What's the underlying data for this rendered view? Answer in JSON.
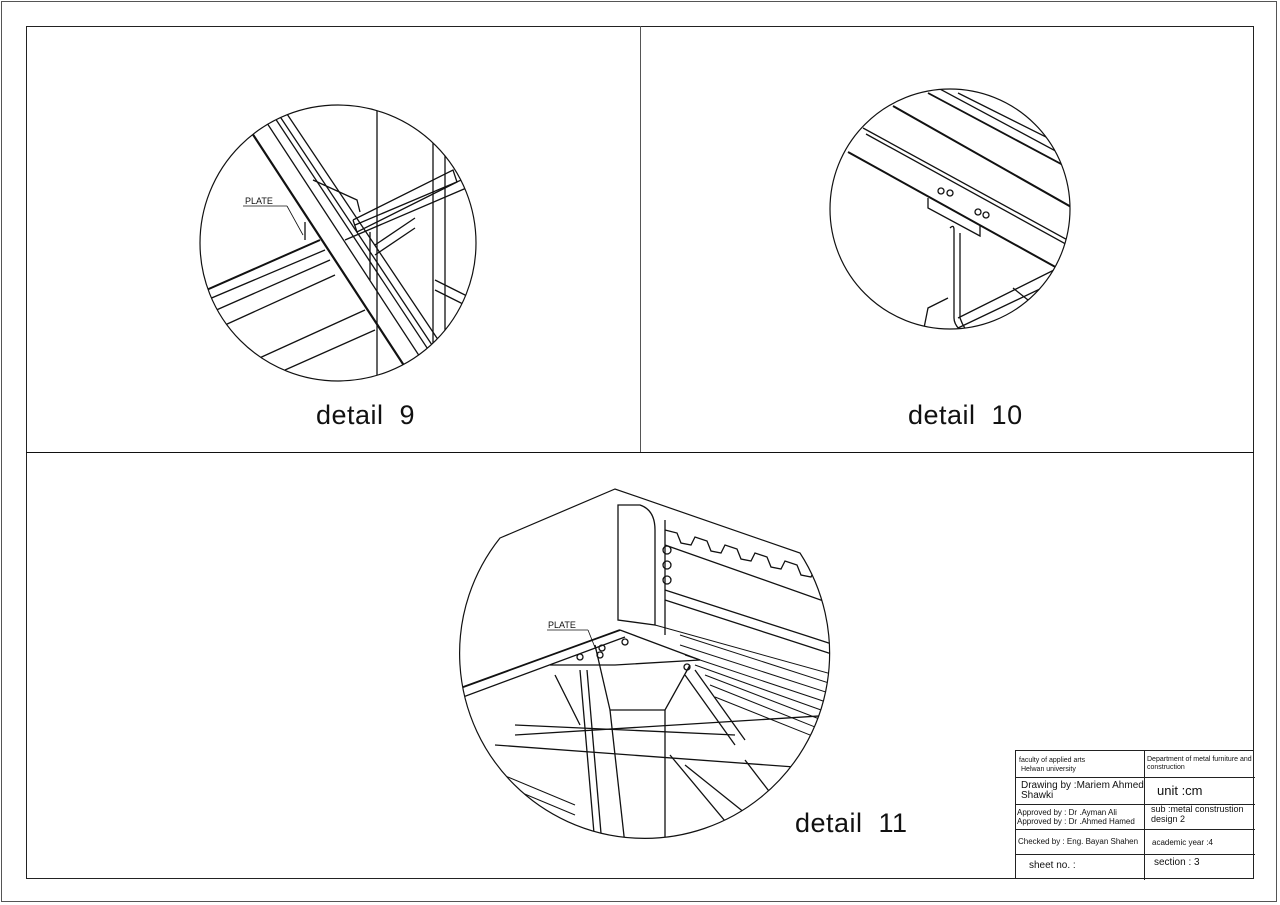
{
  "sheet": {
    "details": [
      {
        "id": "detail-9",
        "label": "detail  9",
        "annotation": "PLATE"
      },
      {
        "id": "detail-10",
        "label": "detail  10"
      },
      {
        "id": "detail-11",
        "label": "detail  11",
        "annotation": "PLATE"
      }
    ]
  },
  "title_block": {
    "faculty": "faculty of applied arts",
    "university": "Helwan university",
    "department": "Department of metal furniture and construction",
    "drawing_by_label": "Drawing by :Mariem Ahmed",
    "drawing_by_cont": "Shawki",
    "unit": "unit :cm",
    "approved_1": "Approved by : Dr .Ayman Ali",
    "approved_2": "Approved by : Dr .Ahmed Hamed",
    "subject_1": "sub :metal construstion",
    "subject_2": "design 2",
    "checked_by": "Checked by : Eng. Bayan Shahen",
    "academic_year": "academic year :4",
    "sheet_no": "sheet no. :",
    "section": "section : 3"
  },
  "colors": {
    "ink": "#111111",
    "frame": "#555555",
    "paper": "#ffffff"
  }
}
